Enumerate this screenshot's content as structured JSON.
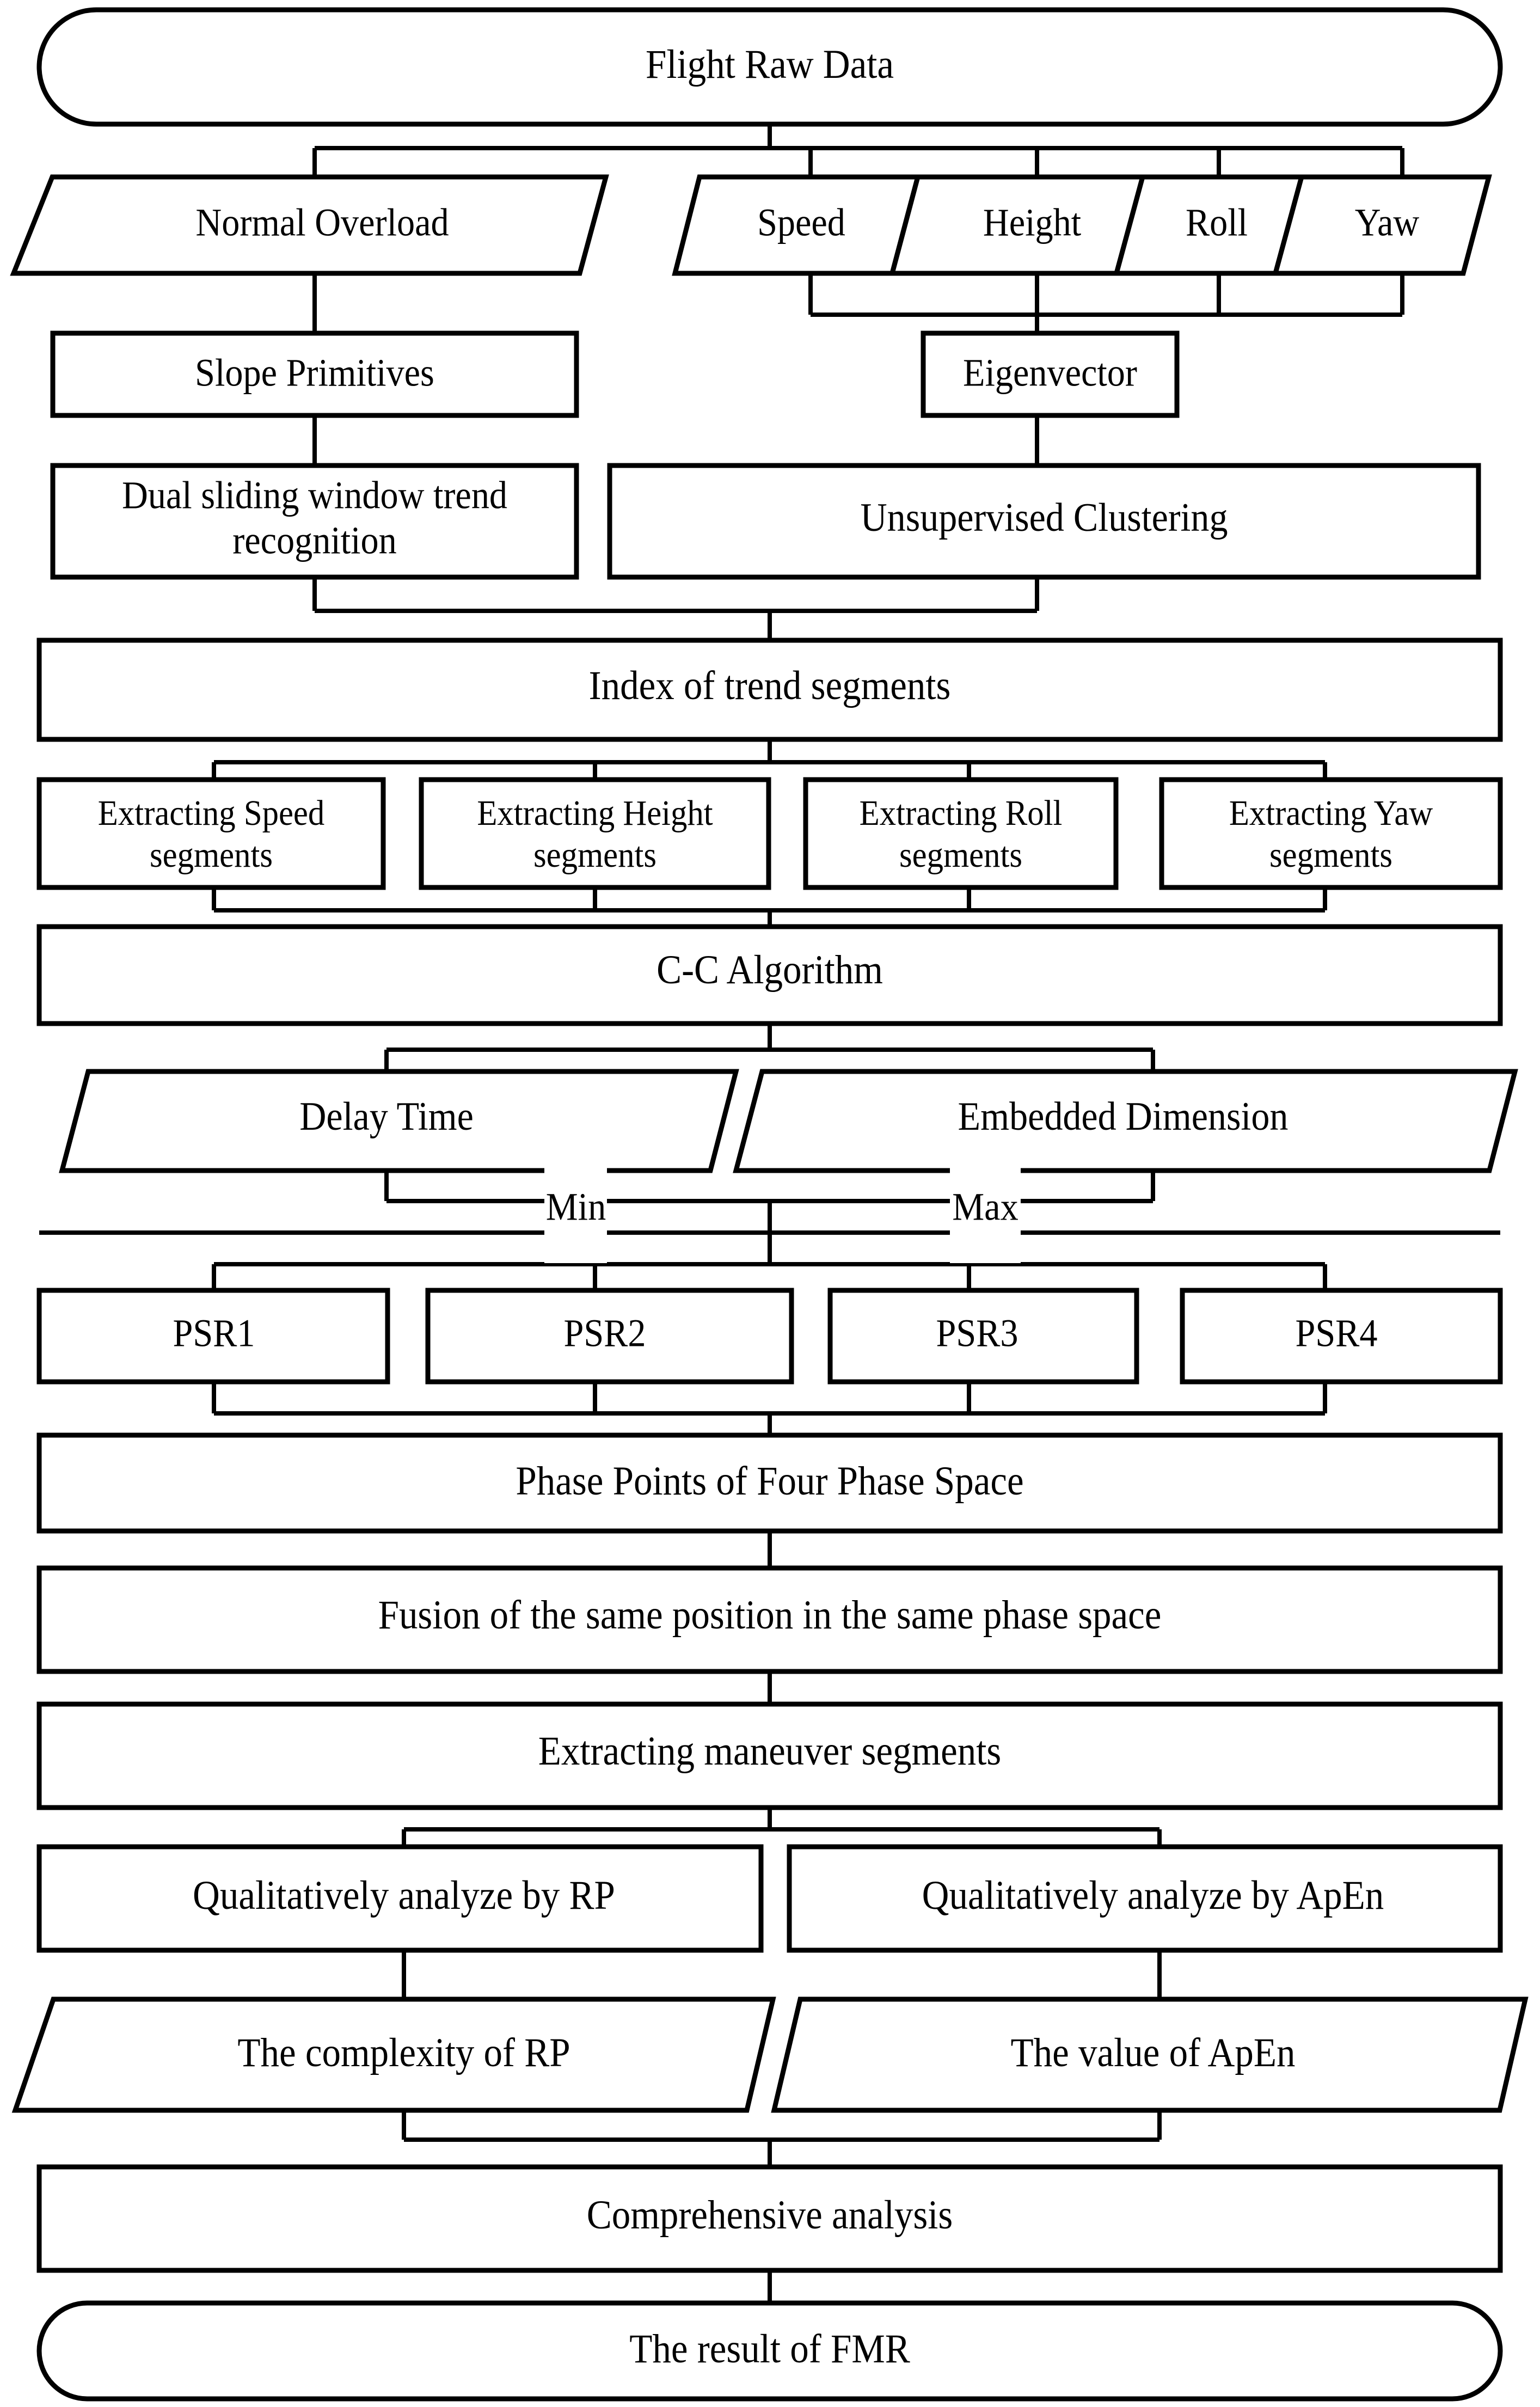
{
  "diagram": {
    "title": "Flight Maneuver Recognition (FMR) processing flowchart",
    "stroke_color": "#000000",
    "fill_color": "#ffffff",
    "background": "#ffffff"
  },
  "nodes": {
    "flight_raw_data": "Flight Raw Data",
    "normal_overload": "Normal Overload",
    "speed": "Speed",
    "height": "Height",
    "roll": "Roll",
    "yaw": "Yaw",
    "slope_primitives": "Slope Primitives",
    "eigenvector": "Eigenvector",
    "dual_sliding_line1": "Dual sliding window trend",
    "dual_sliding_line2": "recognition",
    "unsupervised_clustering": "Unsupervised Clustering",
    "index_of_trend_segments": "Index of trend segments",
    "extract_speed_line1": "Extracting Speed",
    "extract_speed_line2": "segments",
    "extract_height_line1": "Extracting Height",
    "extract_height_line2": "segments",
    "extract_roll_line1": "Extracting Roll",
    "extract_roll_line2": "segments",
    "extract_yaw_line1": "Extracting Yaw",
    "extract_yaw_line2": "segments",
    "cc_algorithm": "C-C Algorithm",
    "delay_time": "Delay Time",
    "embedded_dimension": "Embedded Dimension",
    "psr1": "PSR1",
    "psr2": "PSR2",
    "psr3": "PSR3",
    "psr4": "PSR4",
    "phase_points": "Phase Points of Four Phase Space",
    "fusion": "Fusion of the same position in the same phase space",
    "extract_maneuver": "Extracting maneuver segments",
    "qual_rp": "Qualitatively analyze by RP",
    "qual_apen": "Qualitatively analyze by ApEn",
    "complexity_rp": "The complexity of RP",
    "value_apen": "The value of ApEn",
    "comprehensive_analysis": "Comprehensive analysis",
    "result_fmr": "The result of FMR"
  },
  "edge_labels": {
    "min": "Min",
    "max": "Max"
  }
}
